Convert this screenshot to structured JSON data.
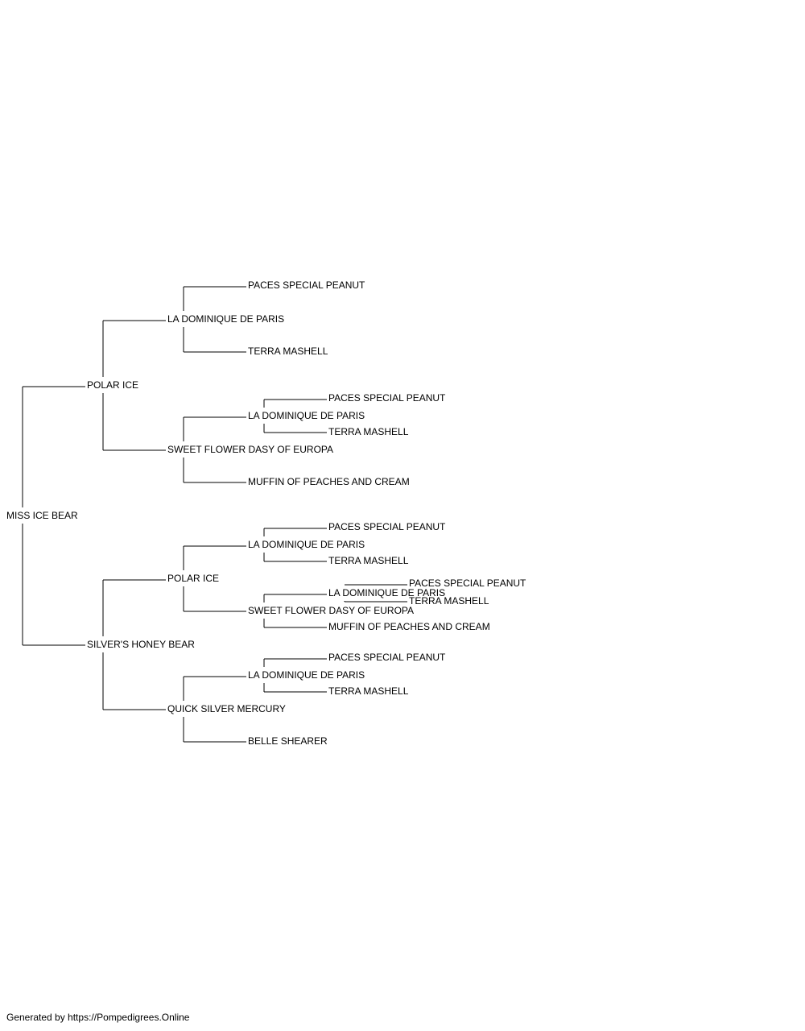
{
  "pedigree": {
    "name": "MISS ICE BEAR",
    "sire": {
      "name": "POLAR ICE",
      "sire": {
        "name": "LA DOMINIQUE DE PARIS",
        "sire": {
          "name": "PACES SPECIAL PEANUT"
        },
        "dam": {
          "name": "TERRA MASHELL"
        }
      },
      "dam": {
        "name": "SWEET FLOWER DASY OF EUROPA",
        "sire": {
          "name": "LA DOMINIQUE DE PARIS",
          "sire": {
            "name": "PACES SPECIAL PEANUT"
          },
          "dam": {
            "name": "TERRA MASHELL"
          }
        },
        "dam": {
          "name": "MUFFIN OF PEACHES AND CREAM"
        }
      }
    },
    "dam": {
      "name": "SILVER'S HONEY BEAR",
      "sire": {
        "name": "POLAR ICE",
        "sire": {
          "name": "LA DOMINIQUE DE PARIS",
          "sire": {
            "name": "PACES SPECIAL PEANUT"
          },
          "dam": {
            "name": "TERRA MASHELL"
          }
        },
        "dam": {
          "name": "SWEET FLOWER DASY OF EUROPA",
          "sire": {
            "name": "LA DOMINIQUE DE PARIS",
            "sire": {
              "name": "PACES SPECIAL PEANUT"
            },
            "dam": {
              "name": "TERRA MASHELL"
            }
          },
          "dam": {
            "name": "MUFFIN OF PEACHES AND CREAM"
          }
        }
      },
      "dam": {
        "name": "QUICK SILVER MERCURY",
        "sire": {
          "name": "LA DOMINIQUE DE PARIS",
          "sire": {
            "name": "PACES SPECIAL PEANUT"
          },
          "dam": {
            "name": "TERRA MASHELL"
          }
        },
        "dam": {
          "name": "BELLE SHEARER"
        }
      }
    }
  },
  "footer": {
    "text": "Generated by https://Pompedigrees.Online"
  }
}
